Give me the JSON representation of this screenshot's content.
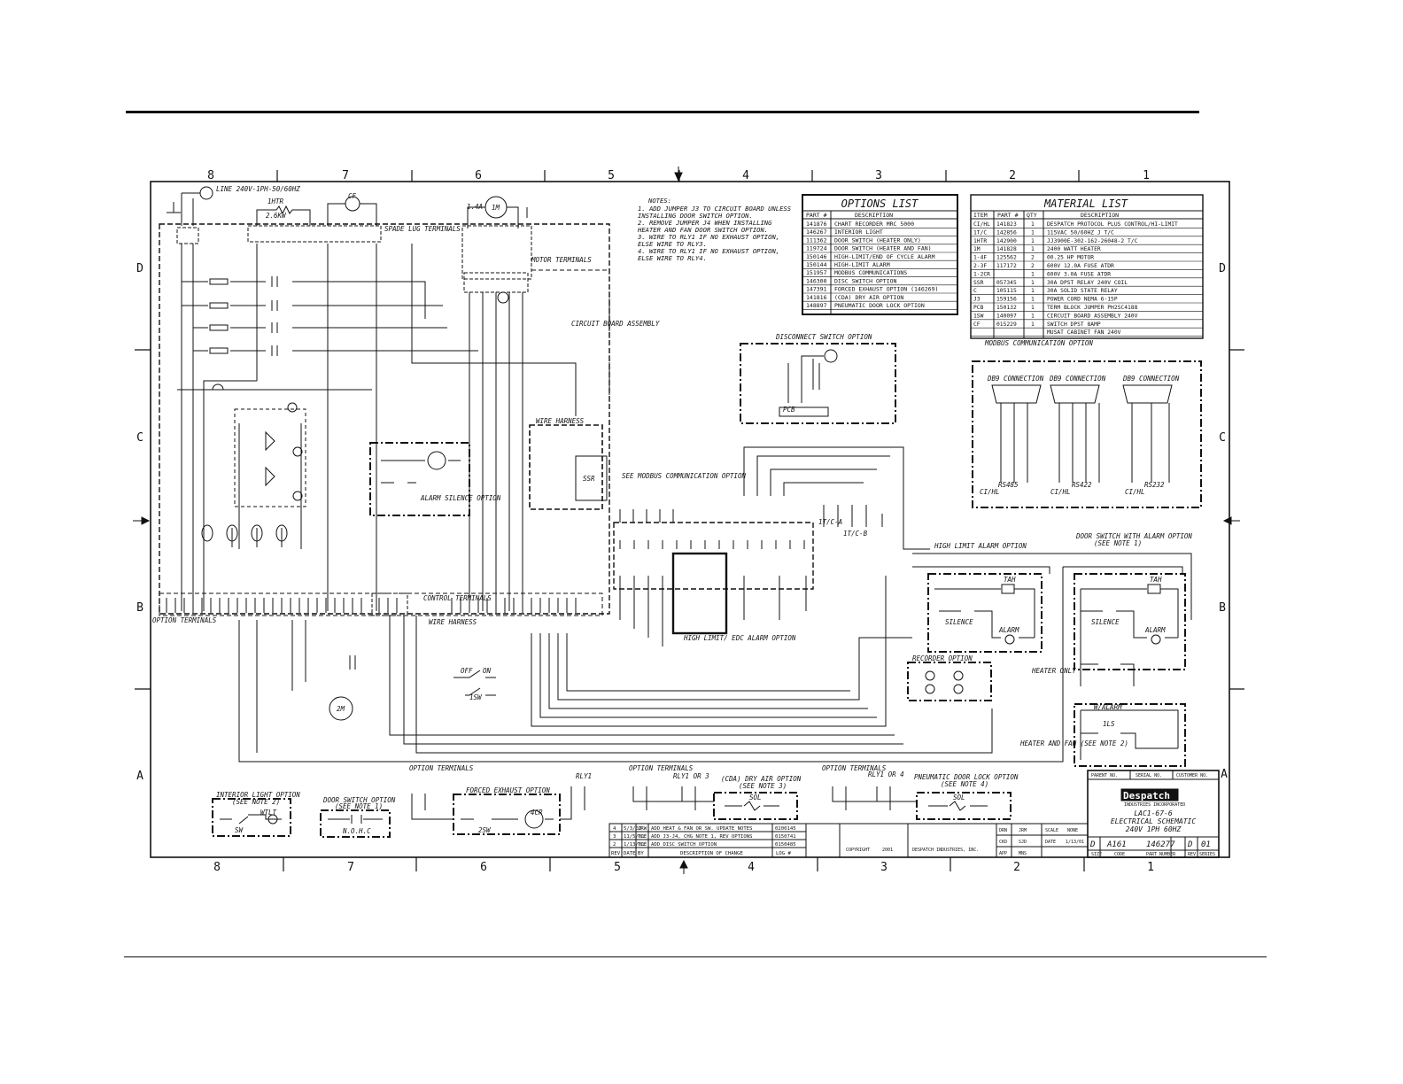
{
  "zones_top": [
    "8",
    "7",
    "6",
    "5",
    "4",
    "3",
    "2",
    "1"
  ],
  "zones_bottom": [
    "8",
    "7",
    "6",
    "5",
    "4",
    "3",
    "2",
    "1"
  ],
  "rows": [
    "D",
    "C",
    "B",
    "A"
  ],
  "line_label": "LINE 240V-1PH-50/60HZ",
  "heater_label": "1HTR",
  "heater_rating": "2.6KW",
  "cf_label": "CF",
  "motor_label": "1M",
  "motor_amps": "1.4A",
  "spade_lug": "SPADE LUG TERMINALS",
  "motor_terminals": "MOTOR TERMINALS",
  "circuit_board": "CIRCUIT BOARD ASSEMBLY",
  "wire_harness": "WIRE HARNESS",
  "see_modbus": "SEE MODBUS COMMUNICATION OPTION",
  "ssr": "SSR",
  "alarm_silence": "ALARM SILENCE OPTION",
  "control_terminals": "CONTROL TERMINALS",
  "option_terminals": "OPTION TERMINALS",
  "high_limit_edc": "HIGH LIMIT/ EDC ALARM OPTION",
  "disconnect": "DISCONNECT SWITCH OPTION",
  "high_limit_alarm": "HIGH LIMIT ALARM OPTION",
  "door_switch_alarm": "DOOR SWITCH WITH ALARM OPTION",
  "see_note_1": "(SEE NOTE 1)",
  "recorder_option": "RECORDER OPTION",
  "heater_only": "HEATER ONLY",
  "heater_fan": "HEATER AND FAN (SEE NOTE 2)",
  "silence": "SILENCE",
  "alarm": "ALARM",
  "tah": "TAH",
  "w_alarm": "W/ALARM",
  "interior_light_option": "INTERIOR LIGHT OPTION",
  "see_note_2": "(SEE NOTE 2)",
  "door_switch_option": "DOOR SWITCH OPTION",
  "forced_exhaust_option": "FORCED EXHAUST OPTION",
  "cda_option": "(CDA) DRY AIR OPTION",
  "see_note_3": "(SEE NOTE 3)",
  "pneumatic_option": "PNEUMATIC DOOR LOCK OPTION",
  "see_note_4": "(SEE NOTE 4)",
  "rly1_or_3": "RLY1 OR 3",
  "rly1_or_4": "RLY1 OR 4",
  "rly1": "RLY1",
  "sol": "SOL",
  "sw1": "1SW",
  "sw2": "2SW",
  "sw": "SW",
  "nohc": "N.O.H.C",
  "ls1": "1LS",
  "wtlt": "WTLT",
  "m2": "2M",
  "cr4": "4CR",
  "off": "OFF",
  "on": "ON",
  "modbus_title": "MODBUS COMMUNICATION OPTION",
  "db9": "DB9 CONNECTION",
  "rs485": "RS485",
  "rs422": "RS422",
  "rs232": "RS232",
  "cihl": "CI/HL",
  "tc_a": "1T/C-A",
  "tc_b": "1T/C-B",
  "pcb": "PCB",
  "notes": {
    "title": "NOTES:",
    "lines": [
      "1. ADD JUMPER J3 TO CIRCUIT BOARD UNLESS",
      "   INSTALLING DOOR SWITCH OPTION.",
      "2. REMOVE JUMPER J4 WHEN INSTALLING",
      "   HEATER AND FAN DOOR SWITCH OPTION.",
      "3. WIRE TO RLY1 IF NO EXHAUST OPTION,",
      "   ELSE WIRE TO RLY3.",
      "4. WIRE TO RLY1 IF NO EXHAUST OPTION,",
      "   ELSE WIRE TO RLY4."
    ]
  },
  "options_list": {
    "title": "OPTIONS LIST",
    "headers": [
      "PART #",
      "DESCRIPTION"
    ],
    "rows": [
      [
        "141876",
        "CHART RECORDER MRC 5000"
      ],
      [
        "146267",
        "INTERIOR LIGHT"
      ],
      [
        "111362",
        "DOOR SWITCH (HEATER ONLY)"
      ],
      [
        "119724",
        "DOOR SWITCH (HEATER AND FAN)"
      ],
      [
        "150146",
        "HIGH-LIMIT/END OF CYCLE ALARM"
      ],
      [
        "150144",
        "HIGH-LIMIT ALARM"
      ],
      [
        "151957",
        "MODBUS COMMUNICATIONS"
      ],
      [
        "146300",
        "DISC SWITCH OPTION"
      ],
      [
        "147391",
        "FORCED EXHAUST OPTION (146269)"
      ],
      [
        "141816",
        "(CDA) DRY AIR OPTION"
      ],
      [
        "148897",
        "PNEUMATIC DOOR LOCK OPTION"
      ]
    ]
  },
  "material_list": {
    "title": "MATERIAL LIST",
    "headers": [
      "ITEM",
      "PART #",
      "QTY",
      "DESCRIPTION"
    ],
    "rows": [
      [
        "CI/HL",
        "141823",
        "1",
        "DESPATCH PROTOCOL PLUS CONTROL/HI-LIMIT"
      ],
      [
        "1T/C",
        "142856",
        "1",
        "115VAC 50/60HZ J T/C"
      ],
      [
        "1HTR",
        "142900",
        "1",
        "JJ3900E-302-162-26048-2 T/C"
      ],
      [
        "1M",
        "141828",
        "1",
        "2400 WATT HEATER"
      ],
      [
        "1-4F",
        "125562",
        "2",
        "00.25 HP MOTOR"
      ],
      [
        "2-3F",
        "117172",
        "2",
        "600V 12.0A FUSE ATDR"
      ],
      [
        "1-2CR",
        "",
        "1",
        "600V 3.0A FUSE ATDR"
      ],
      [
        "SSR",
        "057345",
        "1",
        "30A DPST RELAY 240V COIL"
      ],
      [
        "C",
        "105115",
        "1",
        "30A SOLID STATE RELAY"
      ],
      [
        "J3",
        "159156",
        "1",
        "POWER CORD NEMA 6-15P"
      ],
      [
        "PCB",
        "150132",
        "1",
        "TERM BLOCK JUMPER PH2SC4188"
      ],
      [
        "1SW",
        "140097",
        "1",
        "CIRCUIT BOARD ASSEMBLY 240V"
      ],
      [
        "CF",
        "015229",
        "1",
        "SWITCH DPST 8AMP"
      ],
      [
        "",
        "",
        "",
        "MUSAT CABINET FAN 240V"
      ]
    ]
  },
  "revisions": [
    [
      "4",
      "5/3/02",
      "JRW",
      "ADD HEAT & FAN OR SW. UPDATE NOTES",
      "0200145"
    ],
    [
      "3",
      "11/5/01",
      "TLE",
      "ADD J3-J4, CHG NOTE 1, REV OPTIONS",
      "0150741"
    ],
    [
      "2",
      "1/13/01",
      "TLE",
      "ADD DISC SWITCH OPTION",
      "0150485"
    ]
  ],
  "rev_headers": [
    "REV",
    "DATE",
    "BY",
    "DESCRIPTION OF CHANGE",
    "LOG #"
  ],
  "title_block": {
    "company": "Despatch",
    "company_sub": "INDUSTRIES INCORPORATED",
    "model": "LAC1-67-6",
    "title": "ELECTRICAL SCHEMATIC",
    "subtitle": "240V 1PH 60HZ",
    "size": "D",
    "dwg_prefix": "A161",
    "dwg_num": "146277",
    "rev": "D",
    "sheet": "01",
    "drn": "DRN",
    "drn_by": "JRM",
    "chk": "CKD",
    "chk_by": "SJD",
    "app": "APP",
    "app_by": "MNS",
    "scale_label": "SCALE",
    "scale": "NONE",
    "date_label": "DATE",
    "date": "1/13/01",
    "copyright": "COPYRIGHT",
    "copyright_year": "2001",
    "copyright_holder": "DESPATCH INDUSTRIES, INC.",
    "parent_no": "PARENT NO.",
    "serial_no": "SERIAL NO.",
    "customer_no": "CUSTOMER NO.",
    "size_label": "SIZE",
    "code_label": "CODE",
    "part_label": "PART NUMBER",
    "rev_label": "REV",
    "sheet_label": "SERIES"
  }
}
